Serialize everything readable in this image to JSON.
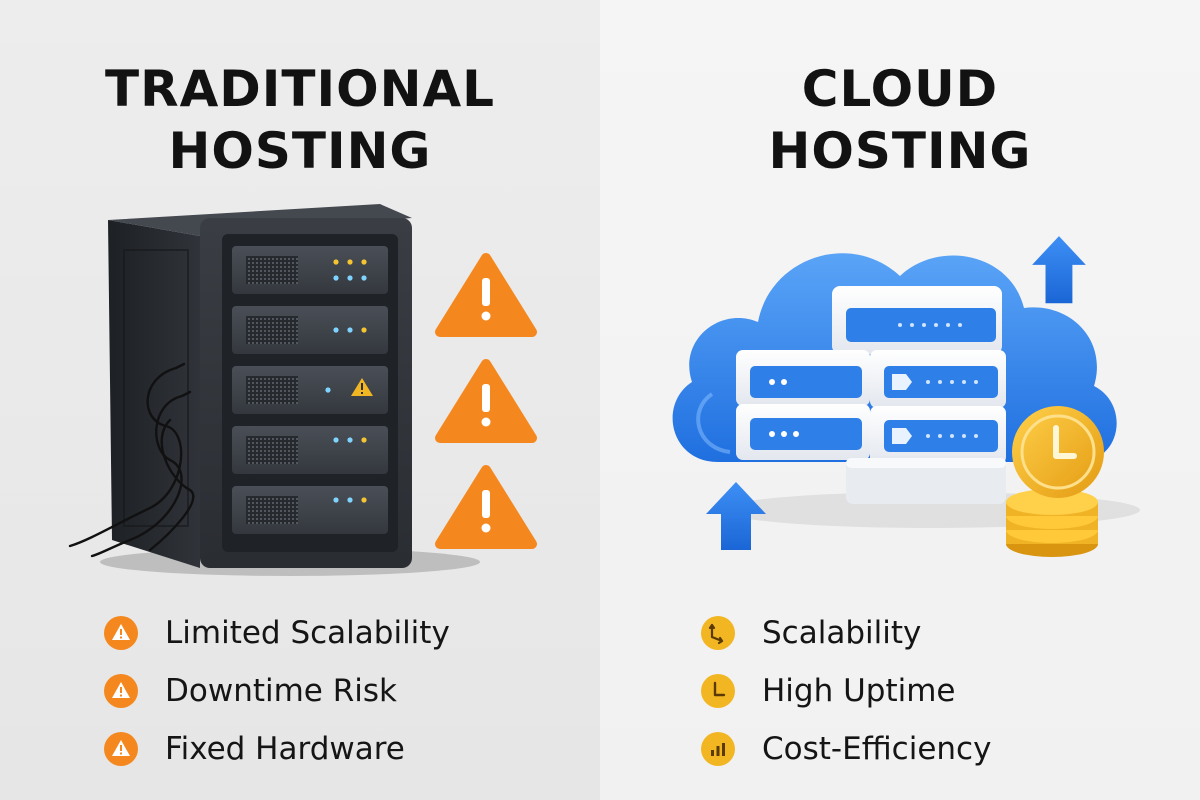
{
  "colors": {
    "warning_orange": "#f4881e",
    "cloud_blue": "#2f7fe8",
    "coin_gold": "#f2b623",
    "server_dark": "#2b2e33"
  },
  "traditional": {
    "title_line1": "TRADITIONAL",
    "title_line2": "HOSTING",
    "features": [
      {
        "label": "Limited Scalability",
        "icon": "warning-icon"
      },
      {
        "label": "Downtime Risk",
        "icon": "warning-icon"
      },
      {
        "label": "Fixed Hardware",
        "icon": "warning-icon"
      }
    ]
  },
  "cloud": {
    "title_line1": "CLOUD",
    "title_line2": "HOSTING",
    "features": [
      {
        "label": "Scalability",
        "icon": "scale-arrows-icon"
      },
      {
        "label": "High Uptime",
        "icon": "uptime-clock-icon"
      },
      {
        "label": "Cost-Efficiency",
        "icon": "bar-chart-icon"
      }
    ]
  }
}
